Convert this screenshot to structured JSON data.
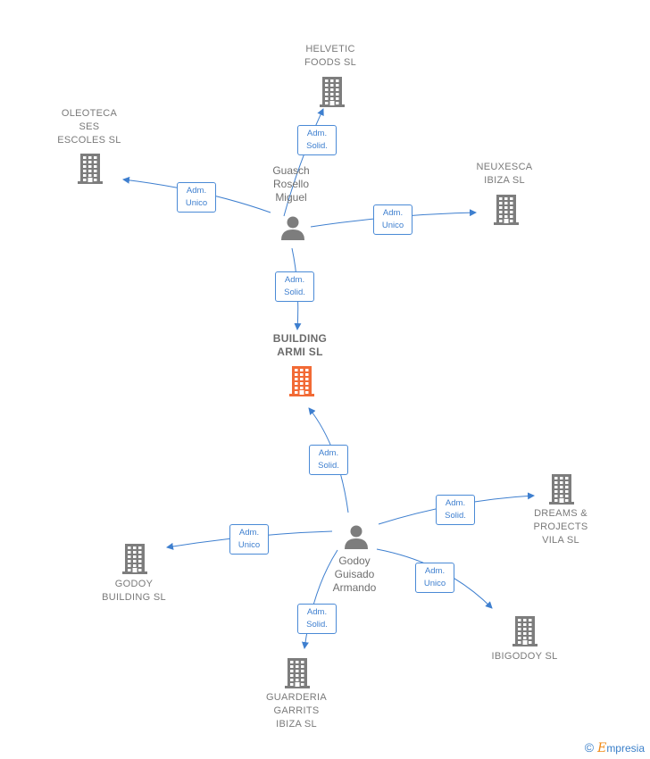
{
  "colors": {
    "edge": "#3e7fcf",
    "building": "#7d7d7d",
    "building_main": "#f26a35",
    "person": "#7d7d7d"
  },
  "companies": {
    "helvetic": [
      "HELVETIC",
      "FOODS  SL"
    ],
    "oleoteca": [
      "OLEOTECA",
      "SES",
      "ESCOLES  SL"
    ],
    "neuxesca": [
      "NEUXESCA",
      "IBIZA  SL"
    ],
    "building_armi": [
      "BUILDING",
      "ARMI  SL"
    ],
    "dreams": [
      "DREAMS &",
      "PROJECTS",
      "VILA  SL"
    ],
    "godoy_building": [
      "GODOY",
      "BUILDING  SL"
    ],
    "ibigodoy": [
      "IBIGODOY SL"
    ],
    "guarderia": [
      "GUARDERIA",
      "GARRITS",
      "IBIZA  SL"
    ]
  },
  "persons": {
    "guasch": [
      "Guasch",
      "Rosello",
      "Miguel"
    ],
    "godoy": [
      "Godoy",
      "Guisado",
      "Armando"
    ]
  },
  "relations": {
    "r1": [
      "Adm.",
      "Solid."
    ],
    "r2": [
      "Adm.",
      "Unico"
    ],
    "r3": [
      "Adm.",
      "Unico"
    ],
    "r4": [
      "Adm.",
      "Solid."
    ],
    "r5": [
      "Adm.",
      "Solid."
    ],
    "r6": [
      "Adm.",
      "Solid."
    ],
    "r7": [
      "Adm.",
      "Unico"
    ],
    "r8": [
      "Adm.",
      "Unico"
    ],
    "r9": [
      "Adm.",
      "Solid."
    ]
  },
  "brand": {
    "copyright": "©",
    "e": "E",
    "name": "mpresia"
  }
}
